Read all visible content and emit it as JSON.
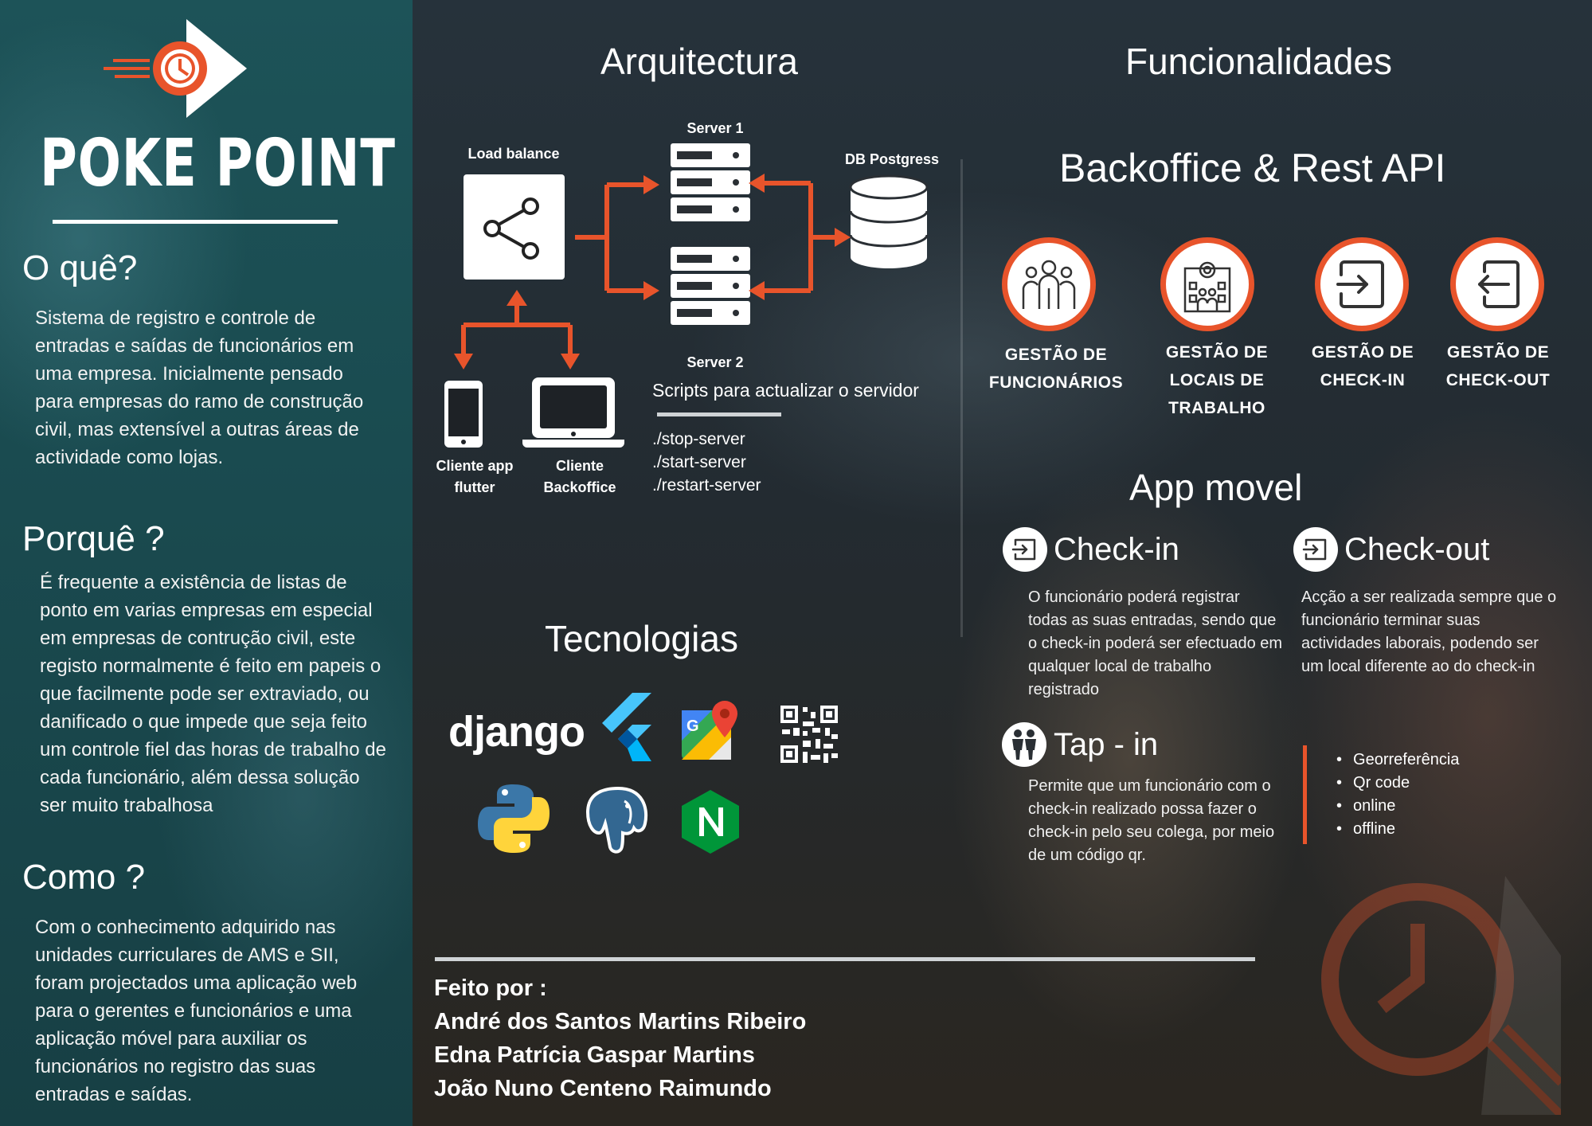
{
  "brand": {
    "name": "POKE POINT",
    "accent": "#e8542b"
  },
  "left": {
    "sections": [
      {
        "heading": "O quê?",
        "text": "Sistema de registro e controle de entradas e saídas de funcionários em uma empresa. Inicialmente pensado para empresas do ramo de construção civil, mas extensível a outras áreas de actividade como lojas."
      },
      {
        "heading": "Porquê ?",
        "text": "É frequente a existência de listas de ponto em varias empresas em especial em empresas de contrução civil, este registo normalmente é feito em papeis o que facilmente pode ser extraviado, ou danificado o que impede que seja feito um controle fiel das horas de trabalho de cada funcionário, além dessa solução ser muito trabalhosa"
      },
      {
        "heading": "Como ?",
        "text": "Com o conhecimento adquirido nas unidades curriculares de AMS e SII, foram projectados uma aplicação web para o gerentes e funcionários e uma aplicação móvel para auxiliar os funcionários no registro das suas entradas e saídas."
      }
    ]
  },
  "architecture": {
    "title": "Arquitectura",
    "load_balance": "Load  balance",
    "server1": "Server 1",
    "server2": "Server 2",
    "db": "DB Postgress",
    "client_app": [
      "Cliente app",
      "flutter"
    ],
    "client_backoffice": [
      "Cliente",
      "Backoffice"
    ],
    "scripts_title": "Scripts para actualizar o servidor",
    "scripts": [
      "./stop-server",
      "./start-server",
      "./restart-server"
    ]
  },
  "technologies": {
    "title": "Tecnologias",
    "items": [
      "django-logo",
      "flutter-logo",
      "google-maps-logo",
      "qr-code-icon",
      "python-logo",
      "postgresql-logo",
      "nginx-logo"
    ],
    "django_text": "django"
  },
  "features": {
    "title": "Funcionalidades",
    "subtitle": "Backoffice & Rest API",
    "items": [
      {
        "lines": [
          "GESTÃO DE",
          "FUNCIONÁRIOS"
        ],
        "icon": "people-icon"
      },
      {
        "lines": [
          "GESTÃO DE",
          "LOCAIS DE",
          "TRABALHO"
        ],
        "icon": "building-icon"
      },
      {
        "lines": [
          "GESTÃO DE",
          "CHECK-IN"
        ],
        "icon": "login-icon"
      },
      {
        "lines": [
          "GESTÃO DE",
          "CHECK-OUT"
        ],
        "icon": "logout-icon"
      }
    ]
  },
  "app": {
    "title": "App movel",
    "checkin": {
      "title": "Check-in",
      "text": "O funcionário poderá registrar todas as suas entradas, sendo que o check-in poderá ser efectuado em qualquer local de trabalho registrado"
    },
    "checkout": {
      "title": "Check-out",
      "text": "Acção  a ser realizada sempre que o funcionário terminar suas actividades laborais, podendo ser um local diferente ao do check-in"
    },
    "tapin": {
      "title": "Tap - in",
      "text": "Permite que um funcionário com o check-in realizado possa fazer o check-in pelo seu colega, por meio de um código qr."
    },
    "bullets": [
      "Georreferência",
      "Qr code",
      "online",
      "offline"
    ]
  },
  "credits": {
    "label": "Feito por :",
    "authors": [
      "André dos Santos Martins Ribeiro",
      "Edna Patrícia Gaspar Martins",
      "João Nuno Centeno Raimundo"
    ]
  }
}
